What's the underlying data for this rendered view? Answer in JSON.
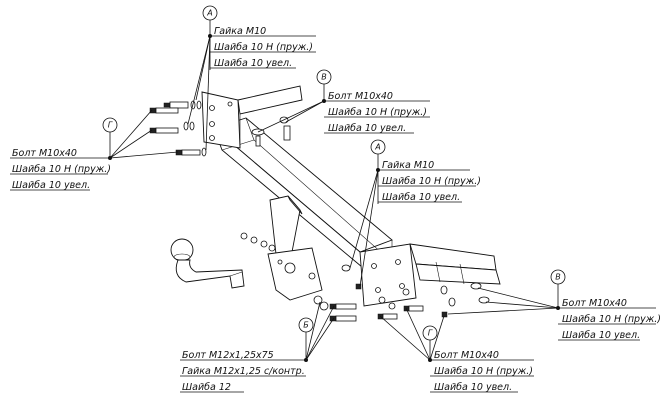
{
  "callouts": [
    {
      "letter": "A",
      "lines": [
        "Гайка М10",
        "Шайба 10 Н (пруж.)",
        "Шайба 10 увел."
      ]
    },
    {
      "letter": "В",
      "lines": [
        "Болт М10х40",
        "Шайба 10 Н (пруж.)",
        "Шайба 10 увел."
      ]
    },
    {
      "letter": "Г",
      "lines": [
        "Болт М10х40",
        "Шайба 10 Н (пруж.)",
        "Шайба 10 увел."
      ]
    },
    {
      "letter": "A",
      "lines": [
        "Гайка М10",
        "Шайба 10 Н (пруж.)",
        "Шайба 10 увел."
      ]
    },
    {
      "letter": "В",
      "lines": [
        "Болт М10х40",
        "Шайба 10 Н (пруж.)",
        "Шайба 10 увел."
      ]
    },
    {
      "letter": "Б",
      "lines": [
        "Болт М12х1,25х75",
        "Гайка М12х1,25 с/контр.",
        "Шайба 12"
      ]
    },
    {
      "letter": "Г",
      "lines": [
        "Болт М10х40",
        "Шайба 10 Н (пруж.)",
        "Шайба 10 увел."
      ]
    }
  ]
}
